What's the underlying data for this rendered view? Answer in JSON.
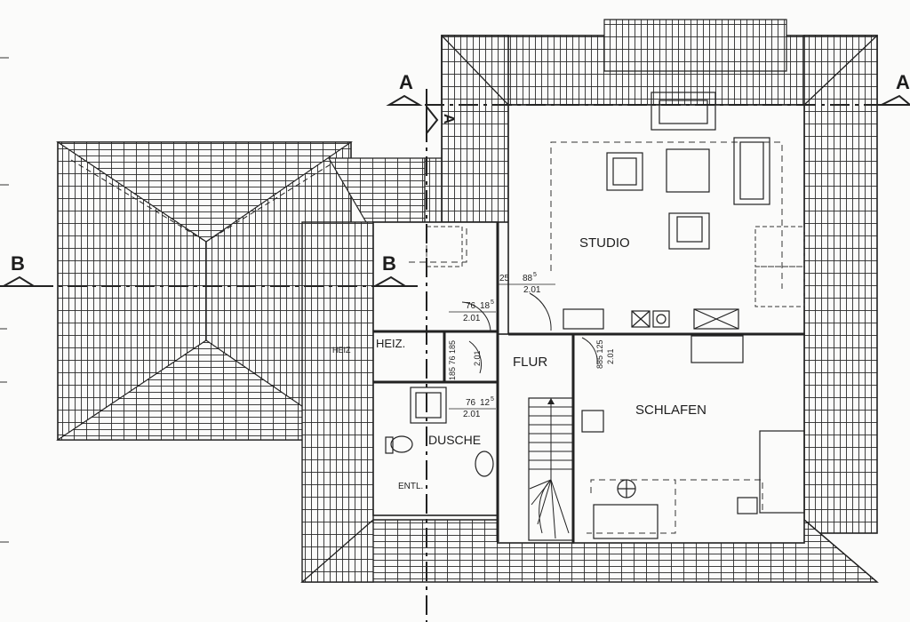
{
  "rooms": {
    "studio": "STUDIO",
    "schlafen": "SCHLAFEN",
    "flur": "FLUR",
    "dusche": "DUSCHE",
    "heiz": "HEIZ.",
    "heiz_small": "HEIZ",
    "entl": "ENTL."
  },
  "sections": {
    "a_left": "A",
    "a_right": "A",
    "a_top_side": "A",
    "b_left": "B",
    "b_right": "B"
  },
  "dimensions": {
    "studio_door_width": "25",
    "studio_door_88": "88",
    "studio_door_88_sup": "5",
    "studio_door_height": "2.01",
    "door1_w": "76",
    "door1_h": "18",
    "door1_sup": "5",
    "door1_height": "2.01",
    "heiz_vert": "185 76 185",
    "heiz_vert_h": "2.01",
    "dusche_w": "76",
    "dusche_h": "12",
    "dusche_sup": "5",
    "dusche_height": "2.01",
    "schlafen_vert": "885 125",
    "schlafen_vert_h": "2.01"
  }
}
